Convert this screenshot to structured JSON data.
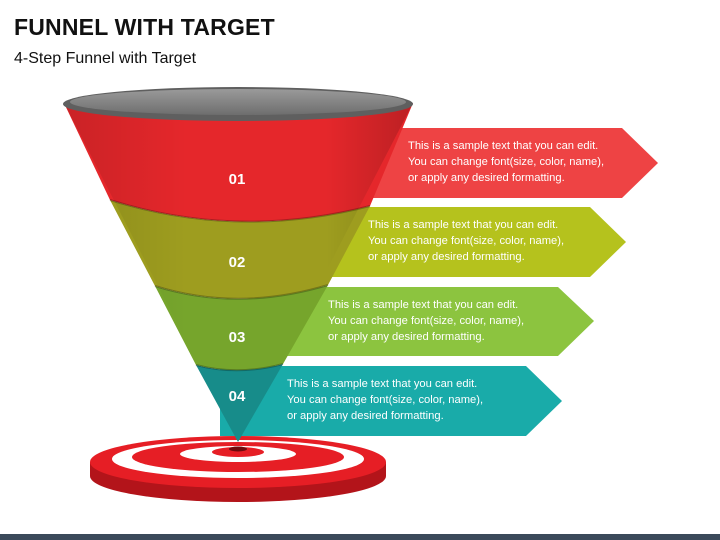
{
  "header": {
    "title": "FUNNEL WITH TARGET",
    "subtitle": "4-Step Funnel with Target"
  },
  "steps": [
    {
      "number": "01",
      "color": "#e5272b",
      "arrow_color": "#ee4344",
      "text_lines": [
        "This is a sample text that you can edit.",
        "You can change font(size, color, name),",
        "or apply any desired formatting."
      ]
    },
    {
      "number": "02",
      "color": "#9e9d1f",
      "arrow_color": "#b5c21d",
      "text_lines": [
        "This is a sample text that you can edit.",
        "You can change font(size, color, name),",
        "or apply any desired formatting."
      ]
    },
    {
      "number": "03",
      "color": "#76a52c",
      "arrow_color": "#8cc43f",
      "text_lines": [
        "This is a sample text that you can edit.",
        "You can change font(size, color, name),",
        "or apply any desired formatting."
      ]
    },
    {
      "number": "04",
      "color": "#178c8a",
      "arrow_color": "#19aba9",
      "text_lines": [
        "This is a sample text that you can edit.",
        "You can change font(size, color, name),",
        "or apply any desired formatting."
      ]
    }
  ],
  "colors": {
    "funnel_rim": "#7f7f7f",
    "target_red": "#e61e25",
    "target_white": "#ffffff"
  }
}
